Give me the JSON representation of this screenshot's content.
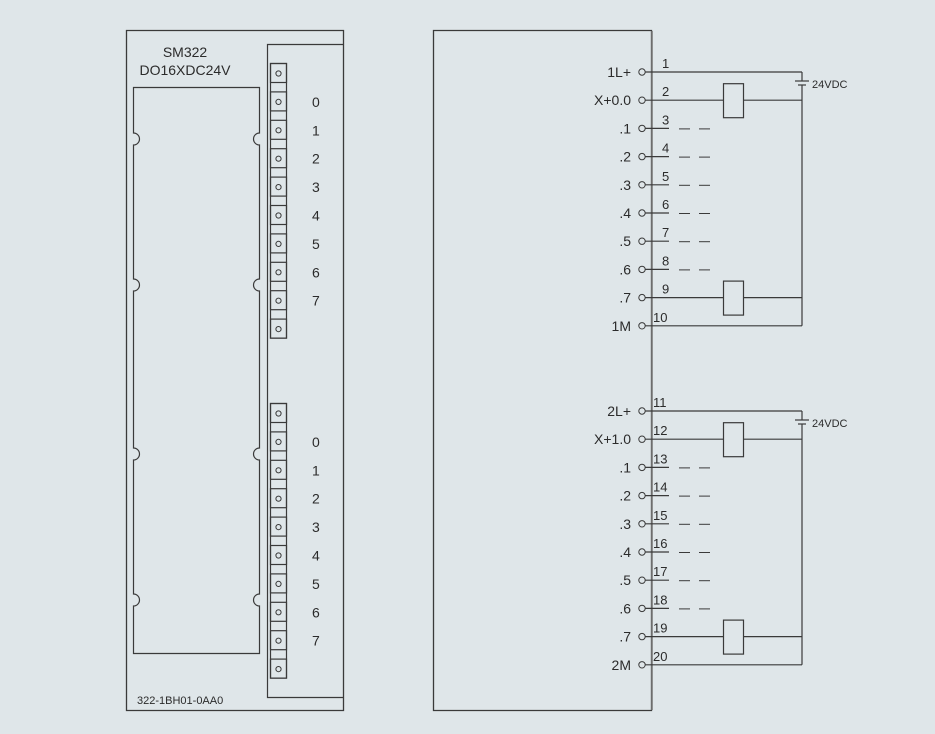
{
  "colors": {
    "background": "#dfe6e9",
    "line": "#3a3a3a",
    "module_edge": "#6e6e6e",
    "text": "#2b2b2b"
  },
  "front_view": {
    "module_name": "SM322",
    "module_type": "DO16XDC24V",
    "order_number": "322-1BH01-0AA0",
    "led_groups": [
      {
        "channels": [
          "0",
          "1",
          "2",
          "3",
          "4",
          "5",
          "6",
          "7"
        ]
      },
      {
        "channels": [
          "0",
          "1",
          "2",
          "3",
          "4",
          "5",
          "6",
          "7"
        ]
      }
    ]
  },
  "wiring_view": {
    "groups": [
      {
        "supply_label": "24VDC",
        "terminals": [
          {
            "pin": "1",
            "label": "1L+",
            "load": false,
            "unused": false,
            "role": "supply"
          },
          {
            "pin": "2",
            "label": "X+0.0",
            "load": true,
            "unused": false,
            "role": "output"
          },
          {
            "pin": "3",
            "label": ".1",
            "load": false,
            "unused": true,
            "role": "output"
          },
          {
            "pin": "4",
            "label": ".2",
            "load": false,
            "unused": true,
            "role": "output"
          },
          {
            "pin": "5",
            "label": ".3",
            "load": false,
            "unused": true,
            "role": "output"
          },
          {
            "pin": "6",
            "label": ".4",
            "load": false,
            "unused": true,
            "role": "output"
          },
          {
            "pin": "7",
            "label": ".5",
            "load": false,
            "unused": true,
            "role": "output"
          },
          {
            "pin": "8",
            "label": ".6",
            "load": false,
            "unused": true,
            "role": "output"
          },
          {
            "pin": "9",
            "label": ".7",
            "load": true,
            "unused": false,
            "role": "output"
          },
          {
            "pin": "10",
            "label": "1M",
            "load": false,
            "unused": false,
            "role": "ground"
          }
        ]
      },
      {
        "supply_label": "24VDC",
        "terminals": [
          {
            "pin": "11",
            "label": "2L+",
            "load": false,
            "unused": false,
            "role": "supply"
          },
          {
            "pin": "12",
            "label": "X+1.0",
            "load": true,
            "unused": false,
            "role": "output"
          },
          {
            "pin": "13",
            "label": ".1",
            "load": false,
            "unused": true,
            "role": "output"
          },
          {
            "pin": "14",
            "label": ".2",
            "load": false,
            "unused": true,
            "role": "output"
          },
          {
            "pin": "15",
            "label": ".3",
            "load": false,
            "unused": true,
            "role": "output"
          },
          {
            "pin": "16",
            "label": ".4",
            "load": false,
            "unused": true,
            "role": "output"
          },
          {
            "pin": "17",
            "label": ".5",
            "load": false,
            "unused": true,
            "role": "output"
          },
          {
            "pin": "18",
            "label": ".6",
            "load": false,
            "unused": true,
            "role": "output"
          },
          {
            "pin": "19",
            "label": ".7",
            "load": true,
            "unused": false,
            "role": "output"
          },
          {
            "pin": "20",
            "label": "2M",
            "load": false,
            "unused": false,
            "role": "ground"
          }
        ]
      }
    ]
  }
}
